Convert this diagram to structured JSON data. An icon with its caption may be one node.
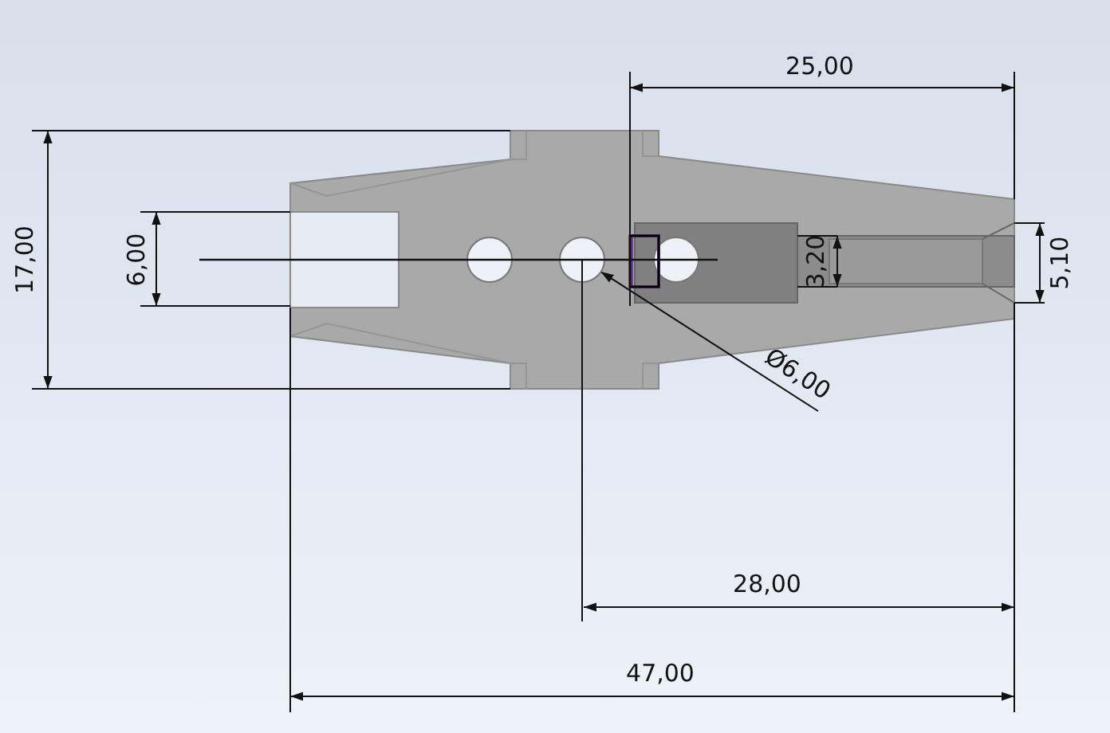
{
  "diagram": {
    "nodes": [
      {
        "text": [
          "Ø6,00"
        ]
      },
      {
        "text": [],
        "shape": "circle"
      }
    ],
    "edges": [
      {
        "from": 0,
        "to": 1,
        "arrow": "to"
      }
    ],
    "labels": [
      "25,00",
      "17,00",
      "6,00",
      "3,20",
      "5,10",
      "28,00",
      "47,00"
    ]
  }
}
